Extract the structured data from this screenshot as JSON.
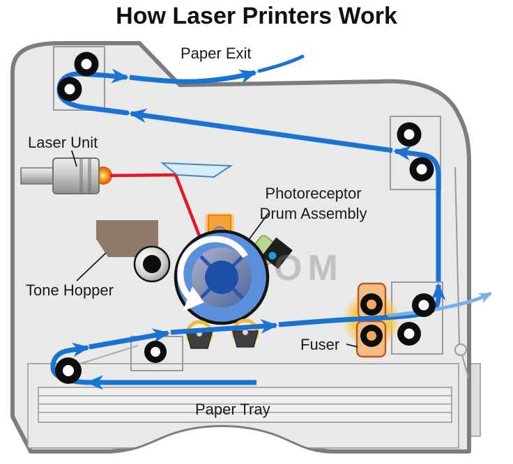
{
  "title": "How Laser Printers Work",
  "labels": {
    "paper_exit": "Paper Exit",
    "laser_unit": "Laser Unit",
    "photoreceptor_line1": "Photoreceptor",
    "photoreceptor_line2": "Drum Assembly",
    "tone_hopper": "Tone Hopper",
    "fuser": "Fuser",
    "paper_tray": "Paper Tray"
  },
  "watermark": "OM",
  "colors": {
    "paper_path_blue": "#1a73d2",
    "paper_path_light_blue": "#76b1e8",
    "laser_beam_red": "#e01828",
    "drum_ring_blue": "#5c8fdb",
    "drum_hub_blue": "#1c50a9",
    "fuser_orange_fill": "#f5bd84",
    "fuser_orange_border": "#b35c1e",
    "corona_orange": "#f6a336",
    "toner_hopper_brown": "#8d7a6a",
    "printer_body_gray": "#e9e9e9",
    "printer_outline_gray": "#7d7d7d",
    "glow_yellow": "#f7c84e"
  }
}
